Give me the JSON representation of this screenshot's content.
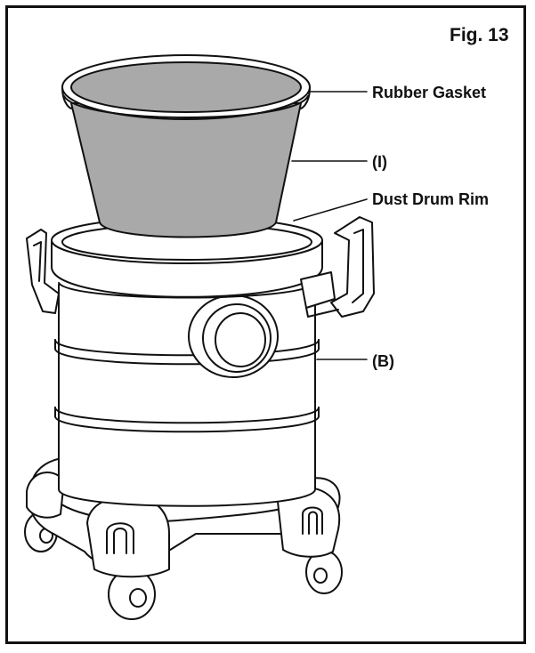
{
  "figure": {
    "label": "Fig. 13"
  },
  "callouts": [
    {
      "id": "rubber-gasket",
      "text": "Rubber Gasket"
    },
    {
      "id": "part-i",
      "text": "(I)"
    },
    {
      "id": "dust-drum-rim",
      "text": "Dust Drum Rim"
    },
    {
      "id": "part-b",
      "text": "(B)"
    }
  ],
  "colors": {
    "line": "#111111",
    "filter_fill": "#a9a9a9",
    "body_fill": "#ffffff"
  }
}
